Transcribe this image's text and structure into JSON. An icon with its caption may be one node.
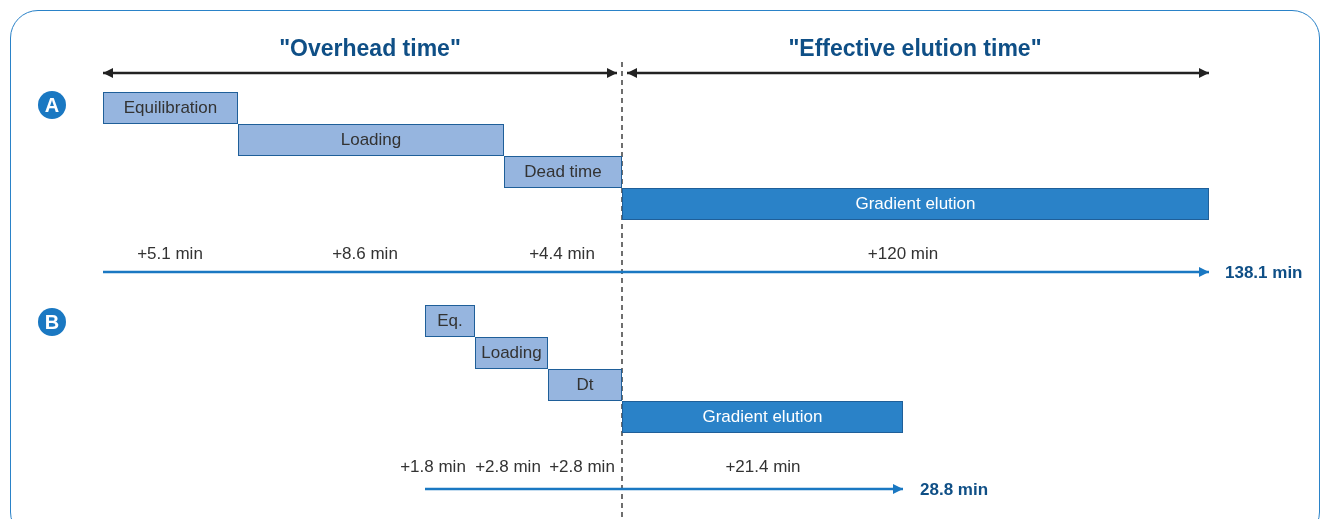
{
  "diagram": {
    "nodes": [
      {
        "text": [
          "A"
        ]
      },
      {
        "text": [
          "Equilibration"
        ]
      },
      {
        "text": [
          "Loading"
        ]
      },
      {
        "text": [
          "Dead time"
        ]
      },
      {
        "text": [
          "Gradient elution"
        ]
      },
      {
        "text": [
          "B"
        ]
      },
      {
        "text": [
          "Eq."
        ]
      },
      {
        "text": [
          "Loading"
        ]
      },
      {
        "text": [
          "Dt"
        ]
      },
      {
        "text": [
          "Gradient elution"
        ]
      }
    ],
    "labels": [
      "\"Overhead time\"",
      "\"Effective elution time\"",
      "+5.1 min",
      "+8.6 min",
      "+4.4 min",
      "+120 min",
      "138.1 min",
      "+1.8 min",
      "+2.8 min",
      "+2.8 min",
      "+21.4 min",
      "28.8 min"
    ]
  }
}
